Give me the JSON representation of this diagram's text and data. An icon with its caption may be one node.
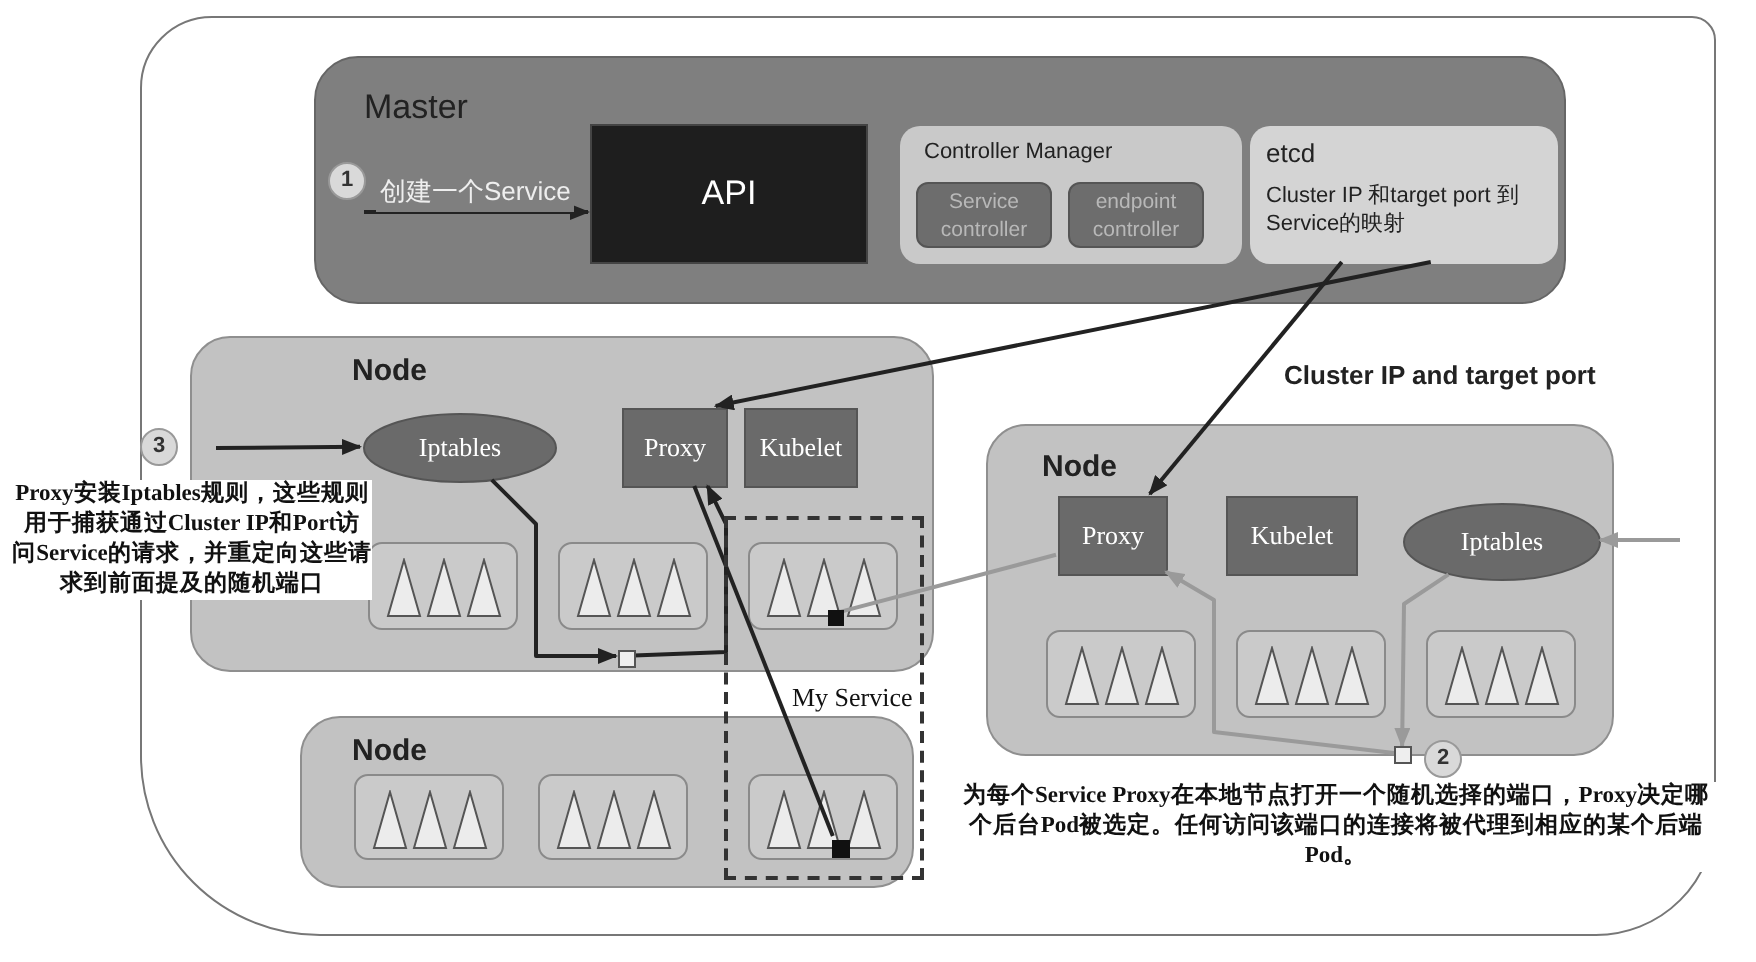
{
  "diagram": {
    "nodes": [
      {
        "text": [
          "Master"
        ]
      },
      {
        "text": [
          "1"
        ],
        "in": 0
      },
      {
        "text": [
          "API"
        ],
        "in": 0
      },
      {
        "text": [
          "Controller Manager"
        ],
        "in": 0
      },
      {
        "text": [
          "Service controller"
        ],
        "in": 3
      },
      {
        "text": [
          "endpoint controller"
        ],
        "in": 3
      },
      {
        "text": [
          "etcd",
          "Cluster IP 和target port 到Service的映射"
        ],
        "in": 0
      },
      {
        "text": [
          "3"
        ]
      },
      {
        "text": [
          "Node"
        ]
      },
      {
        "text": [
          "Iptables"
        ],
        "in": 8
      },
      {
        "text": [
          "Proxy"
        ],
        "in": 8
      },
      {
        "text": [
          "Kubelet"
        ],
        "in": 8
      },
      {
        "text": [],
        "shape": "box",
        "in": 8
      },
      {
        "text": [],
        "shape": "box",
        "in": 8
      },
      {
        "text": [],
        "shape": "box",
        "in": 8
      },
      {
        "text": [],
        "shape": "box",
        "in": 14
      },
      {
        "text": [],
        "shape": "box",
        "in": 8
      },
      {
        "text": [
          "Node"
        ]
      },
      {
        "text": [
          "Proxy"
        ],
        "in": 17
      },
      {
        "text": [
          "Kubelet"
        ],
        "in": 17
      },
      {
        "text": [
          "Iptables"
        ],
        "in": 17
      },
      {
        "text": [],
        "shape": "box",
        "in": 17
      },
      {
        "text": [],
        "shape": "box",
        "in": 17
      },
      {
        "text": [],
        "shape": "box",
        "in": 17
      },
      {
        "text": [
          "Node"
        ]
      },
      {
        "text": [],
        "shape": "box",
        "in": 24
      },
      {
        "text": [],
        "shape": "box",
        "in": 24
      },
      {
        "text": [],
        "shape": "box",
        "in": 24
      },
      {
        "text": [],
        "shape": "box",
        "in": 27
      },
      {
        "text": [],
        "shape": "box"
      },
      {
        "text": [
          "2"
        ],
        "beside": [
          "为每个Service Proxy在本地节点打开一个随机选择的端口，Proxy决定哪个后台Pod被选定。任何访问该端口的连接将被代理到相应的某个后端Pod。"
        ]
      }
    ],
    "edges": [
      {
        "from": 1,
        "to": 2,
        "arrow": "to",
        "label": "创建一个Service"
      },
      {
        "from": 6,
        "to": 10,
        "arrow": "to"
      },
      {
        "from": 6,
        "to": 18,
        "arrow": "to",
        "label": "Cluster IP and target port"
      },
      {
        "from": null,
        "to": 9,
        "arrow": "to"
      },
      {
        "from": 9,
        "to": 16,
        "arrow": "to"
      },
      {
        "from": 16,
        "to": 10,
        "arrow": "to"
      },
      {
        "from": 10,
        "to": 28,
        "arrow": "none"
      },
      {
        "from": 18,
        "to": 15,
        "arrow": "none",
        "color": "#9a9a9a"
      },
      {
        "from": 20,
        "to": 29,
        "arrow": "to",
        "color": "#9a9a9a"
      },
      {
        "from": 29,
        "to": 18,
        "arrow": "to",
        "color": "#9a9a9a"
      },
      {
        "from": null,
        "to": 20,
        "arrow": "to",
        "color": "#9a9a9a"
      }
    ],
    "labels": [
      "Proxy安装Iptables规则，这些规则用于捕获通过Cluster IP和Port访问Service的请求，并重定向这些请求到前面提及的随机端口",
      "My Service"
    ]
  }
}
